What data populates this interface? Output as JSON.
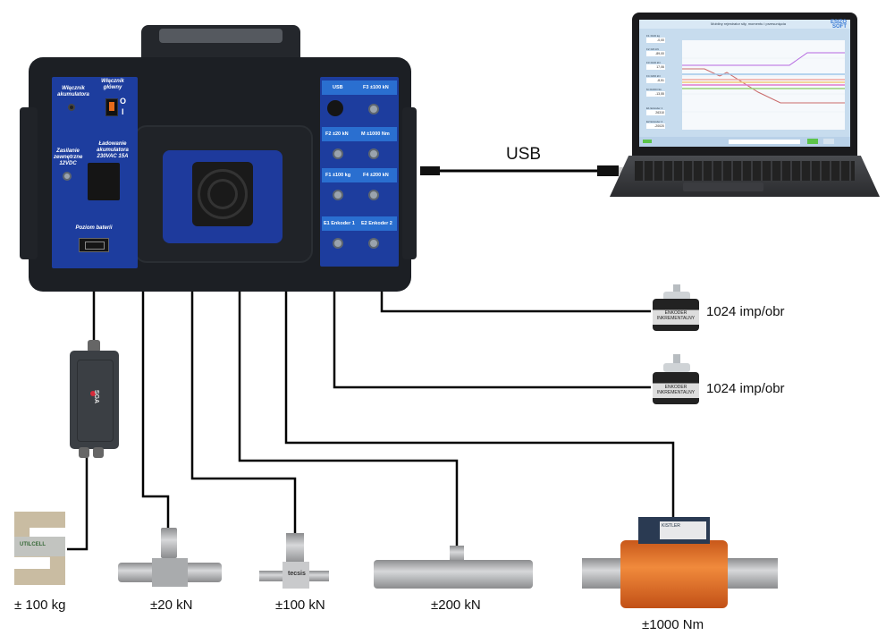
{
  "diagram": {
    "connection_label": "USB",
    "wire_color": "#000000"
  },
  "case": {
    "left_panel": {
      "battery_switch_label": "Włącznik akumulatora",
      "main_switch_label": "Włącznik główny",
      "switch_on": "O",
      "switch_off": "I",
      "charging_label": "Ładowanie akumulatora 230VAC 15A",
      "external_power_label": "Zasilanie zewnętrzne 12VDC",
      "battery_level_label": "Poziom baterii"
    },
    "right_panel": {
      "rows": [
        {
          "left": "USB",
          "right": "F3 ±100 kN"
        },
        {
          "left": "F2 ±20 kN",
          "right": "M ±1000 Nm"
        },
        {
          "left": "F1 ±100 kg",
          "right": "F4 ±200 kN"
        },
        {
          "left": "E1 Enkoder 1",
          "right": "E2 Enkoder 2"
        }
      ]
    },
    "panel_color": "#1d3d9e",
    "body_color": "#1c1f24"
  },
  "laptop": {
    "app_title": "Mobilny rejestrator siły, momentu i przesunięcia",
    "app_logo_line1": "ESIZO",
    "app_logo_line2": "SOFT",
    "readouts": [
      {
        "label": "F1 ±100 kg",
        "value": "-0,00"
      },
      {
        "label": "F2 ±20 kN",
        "value": "-89,00"
      },
      {
        "label": "F3 ±100 kN",
        "value": "17,06"
      },
      {
        "label": "F4 ±200 kN",
        "value": "-8,51"
      },
      {
        "label": "M ±1000 Nm",
        "value": "-13,55"
      },
      {
        "label": "E1 Enkoder 1",
        "value": "26310"
      },
      {
        "label": "E2 Enkoder 2",
        "value": "-20020"
      }
    ],
    "plot_series_colors": [
      "#b568e0",
      "#c96a6a",
      "#9fc7ea",
      "#f0a7a0",
      "#f3c97a",
      "#e07ad0",
      "#9ad07a"
    ]
  },
  "encoders": [
    {
      "name": "ENKODER INKREMENTALNY",
      "label": "1024 imp/obr"
    },
    {
      "name": "ENKODER INKREMENTALNY",
      "label": "1024 imp/obr"
    }
  ],
  "amplifier": {
    "brand": "SGA"
  },
  "sensors": [
    {
      "id": "s-beam",
      "brand": "UTILCELL",
      "label": "± 100 kg"
    },
    {
      "id": "f2",
      "label": "±20 kN"
    },
    {
      "id": "f3",
      "brand": "tecsis",
      "label": "±100 kN"
    },
    {
      "id": "f4",
      "label": "±200 kN"
    },
    {
      "id": "torque",
      "brand": "KISTLER",
      "label": "±1000 Nm"
    }
  ]
}
